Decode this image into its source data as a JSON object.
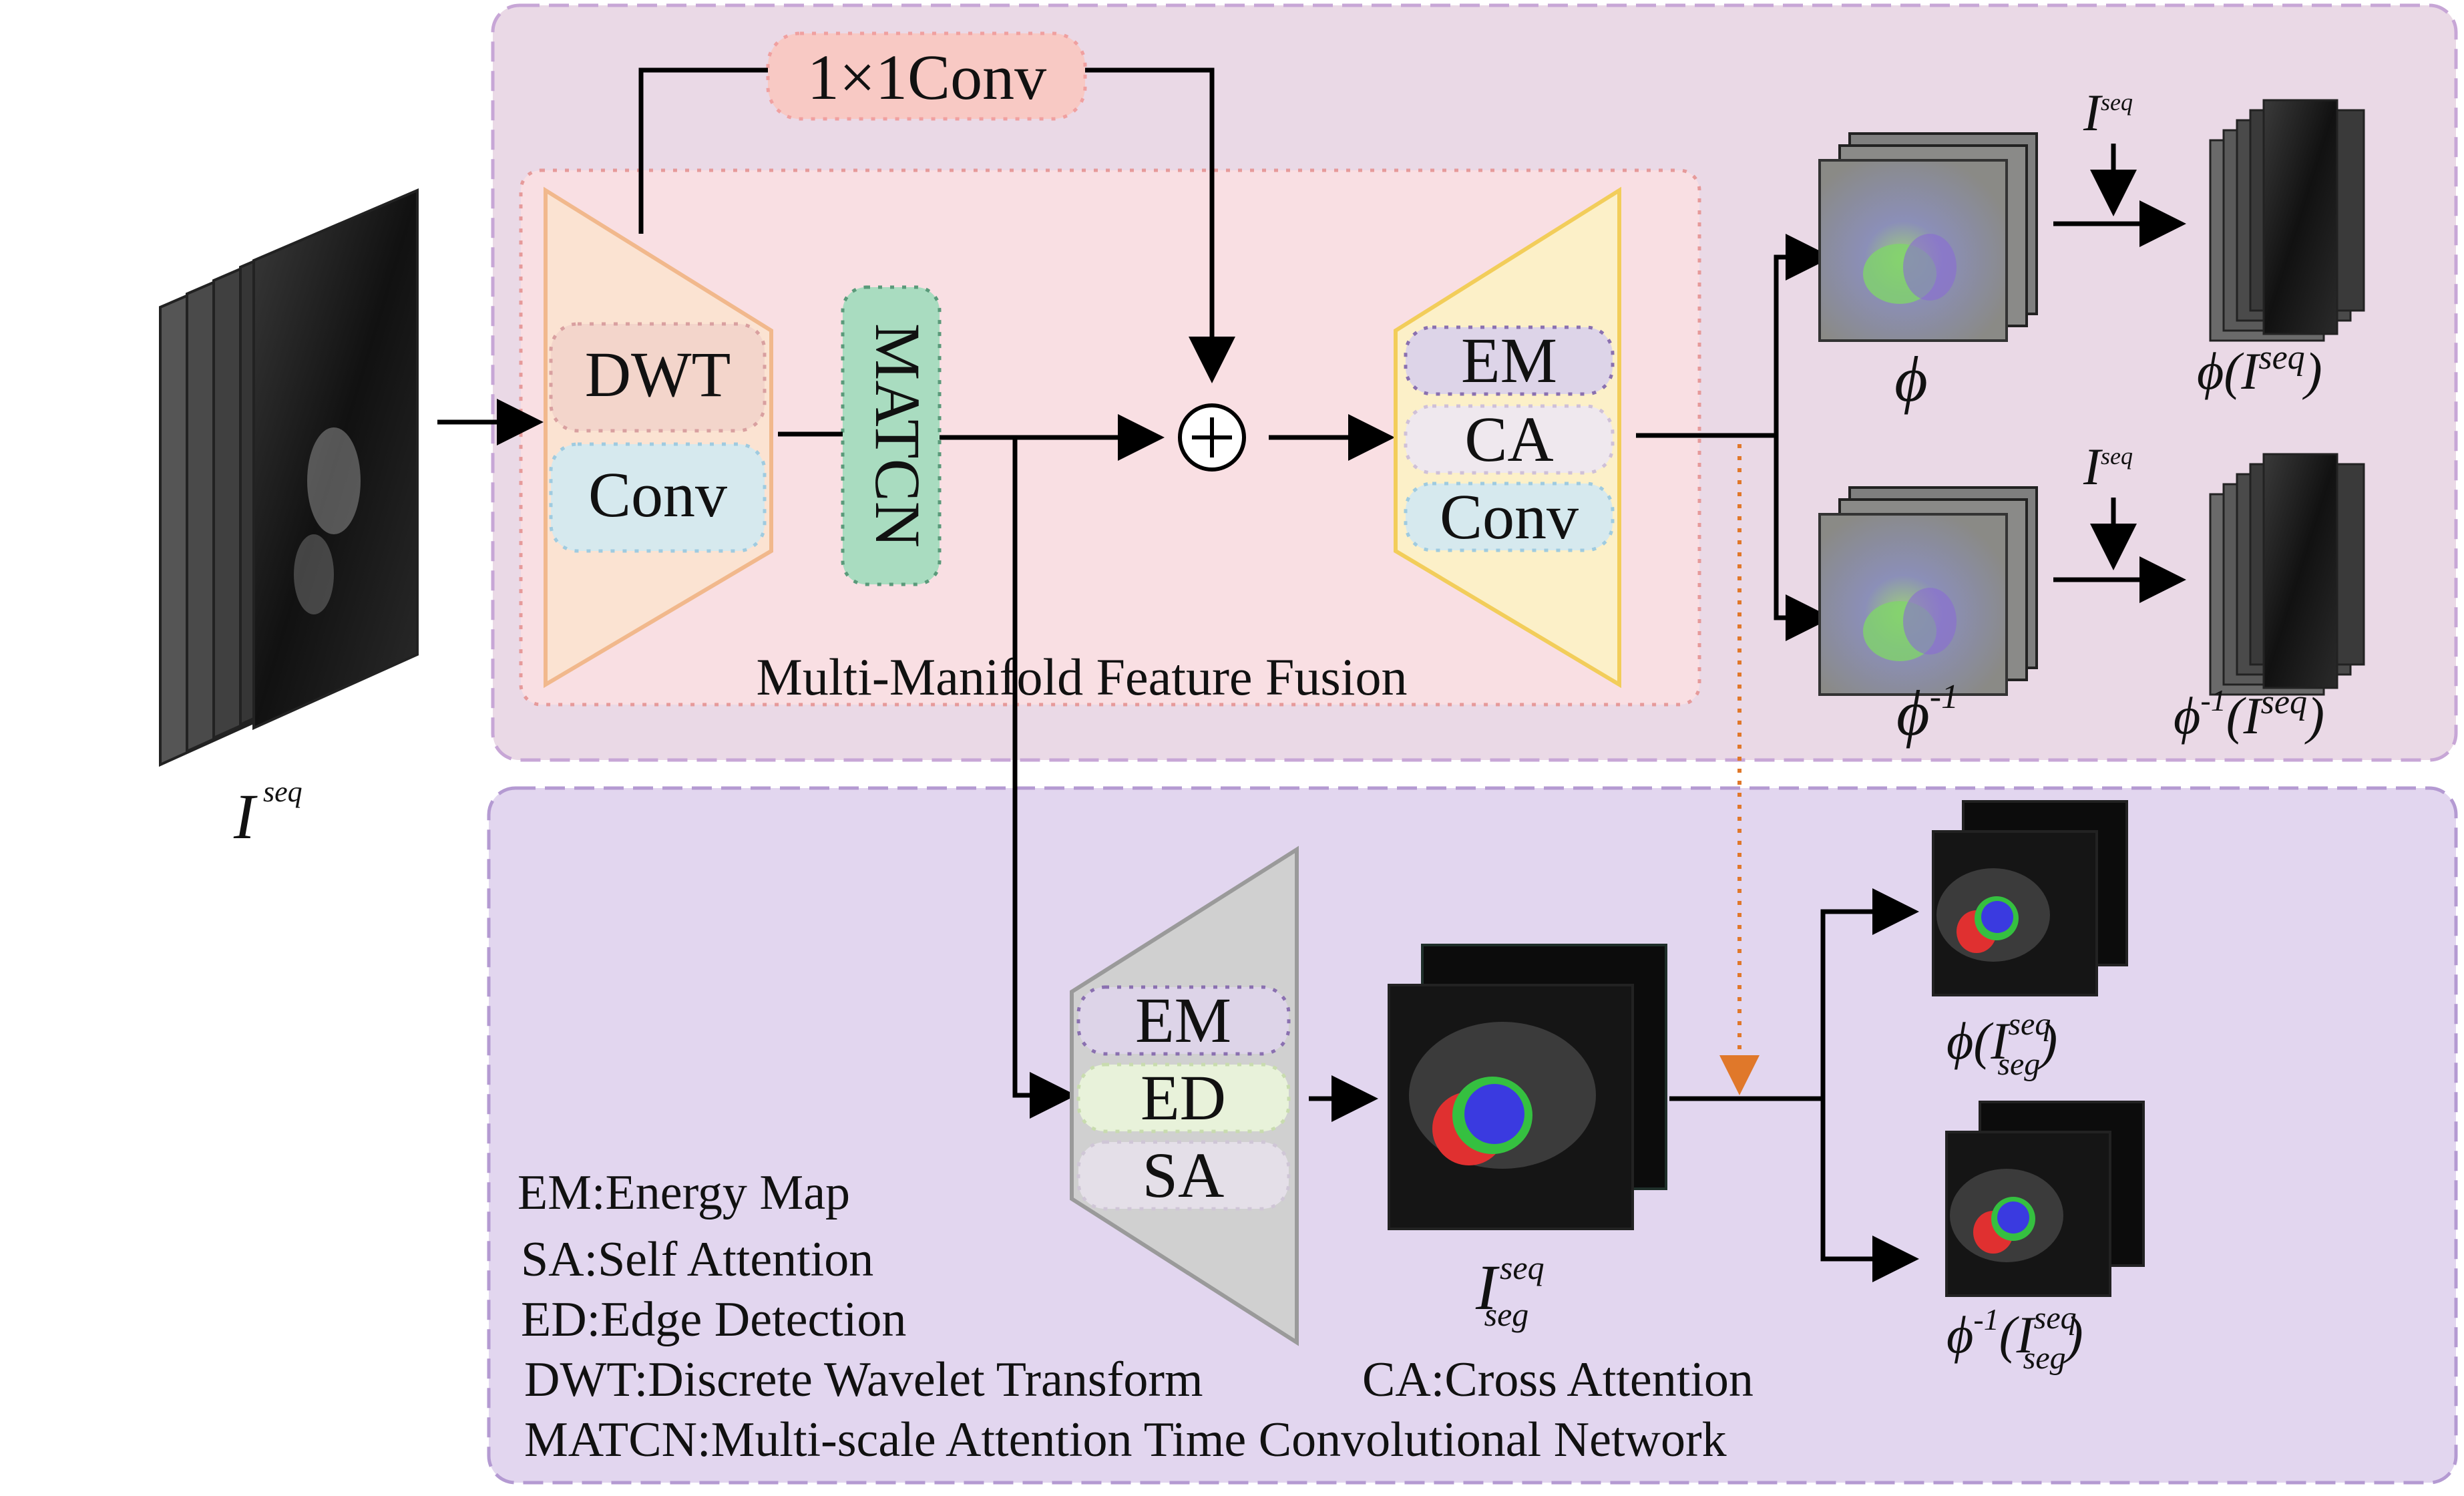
{
  "top_panel": {
    "conv1x1_label": "1×1Conv",
    "fusion_label": "Multi-Manifold Feature Fusion",
    "encoder_blocks": [
      "DWT",
      "Conv"
    ],
    "matcn_label": "MATCN",
    "decoder_blocks": [
      "EM",
      "CA",
      "Conv"
    ],
    "plus_symbol": "+",
    "phi_label": "ϕ",
    "phi_inv_label": "ϕ",
    "phi_inv_sup": "-1",
    "input_side_label": "I",
    "input_side_sup": "seq",
    "warped_label": "ϕ(I",
    "warped_sup": "seq",
    "warped_close": ")",
    "warped_inv_label": "ϕ",
    "warped_inv_sup_minus": "-1",
    "warped_inv_mid": "(I",
    "warped_inv_sup": "seq",
    "warped_inv_close": ")"
  },
  "left": {
    "input_label": "I",
    "input_sup": "seq"
  },
  "bottom_panel": {
    "seg_blocks": [
      "EM",
      "ED",
      "SA"
    ],
    "seg_label": "I",
    "seg_sup": "seq",
    "seg_sub": "seg",
    "seg_warp_label": "ϕ(I",
    "seg_warp_sup": "seq",
    "seg_warp_sub": "seg",
    "seg_warp_close": ")",
    "seg_warp_inv_label": "ϕ",
    "seg_warp_inv_minus": "-1",
    "seg_warp_inv_mid": "(I",
    "seg_warp_inv_sup": "seq",
    "seg_warp_inv_sub": "seg",
    "seg_warp_inv_close": ")"
  },
  "legend": [
    "EM:Energy Map",
    "SA:Self Attention",
    "ED:Edge Detection",
    "DWT:Discrete Wavelet Transform",
    "CA:Cross Attention",
    "MATCN:Multi-scale Attention Time Convolutional Network"
  ],
  "colors": {
    "top_panel_fill": "#ead9e6",
    "top_panel_border": "#c7a6d6",
    "bottom_panel_fill": "#e2d6ef",
    "bottom_panel_border": "#b49ad2",
    "fusion_fill": "#f9dfe3",
    "fusion_border": "#e69a9a",
    "conv1x1_fill": "#f8c9c4",
    "encoder_fill": "#fbe3d2",
    "encoder_border": "#f1b88c",
    "decoder_fill": "#fcf0c8",
    "decoder_border": "#f2cd5a",
    "matcn_fill": "#a9dcc0",
    "seg_trap_fill": "#d0d0d0",
    "seg_trap_border": "#9a9a9a",
    "dotted_arrow": "#e0782a",
    "arrow": "#000000"
  }
}
